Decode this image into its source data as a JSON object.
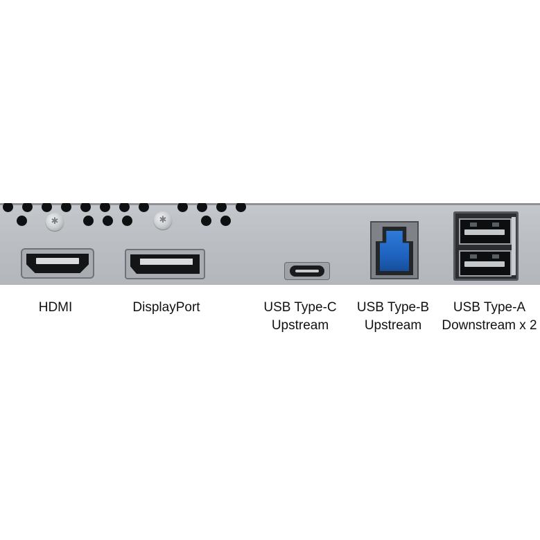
{
  "ports": [
    {
      "id": "hdmi",
      "label": [
        "HDMI"
      ]
    },
    {
      "id": "displayport",
      "label": [
        "DisplayPort"
      ]
    },
    {
      "id": "usb-c",
      "label": [
        "USB Type-C",
        "Upstream"
      ]
    },
    {
      "id": "usb-b",
      "label": [
        "USB Type-B",
        "Upstream"
      ]
    },
    {
      "id": "usb-a",
      "label": [
        "USB Type-A",
        "Downstream x 2"
      ]
    }
  ],
  "colors": {
    "panel": "#bbbfc3",
    "usb_b_insert": "#1f63c0",
    "port_interior": "#141516"
  }
}
